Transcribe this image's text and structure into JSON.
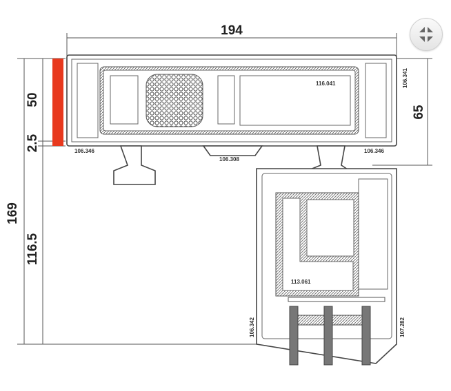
{
  "dimensions": {
    "width_total": "194",
    "height_total": "169",
    "frame_height": "50",
    "gap": "2.5",
    "lower_height": "116.5",
    "right_height": "65"
  },
  "profile_codes": {
    "top_insert": "116.041",
    "right_vertical": "106.341",
    "left_bottom": "106.346",
    "right_bottom": "106.346",
    "center_bottom": "106.308",
    "sash_insert": "113.061",
    "sash_left": "106.342",
    "sash_right": "107.282"
  },
  "colors": {
    "highlight": "#e8391e"
  },
  "controls": {
    "pan_icon": "pan-arrows-icon"
  }
}
